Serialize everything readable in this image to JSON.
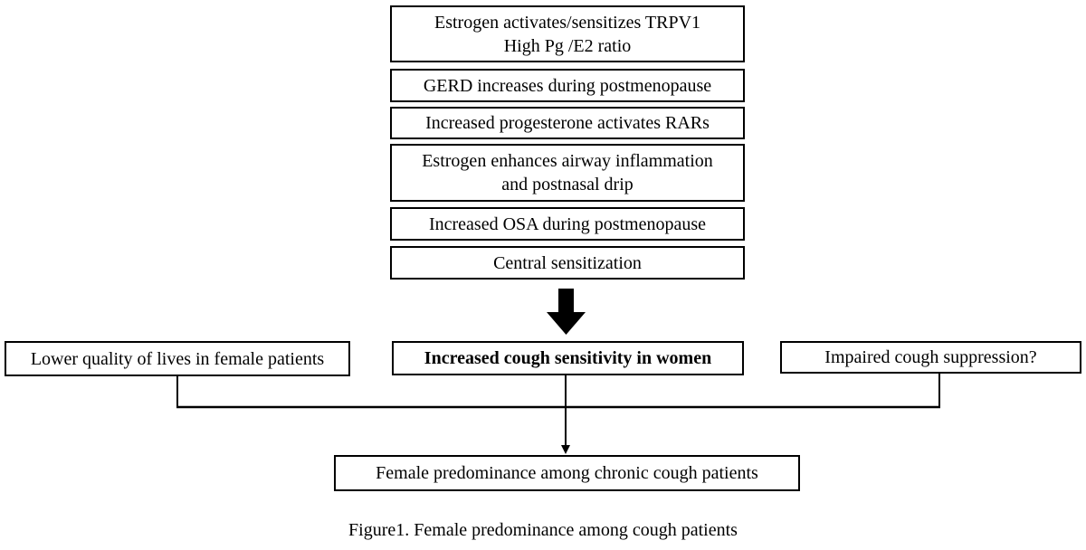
{
  "factors": [
    [
      "Estrogen activates/sensitizes TRPV1",
      "High Pg /E2 ratio"
    ],
    [
      "GERD increases during postmenopause"
    ],
    [
      "Increased progesterone activates RARs"
    ],
    [
      "Estrogen enhances airway inflammation",
      "and postnasal drip"
    ],
    [
      "Increased OSA during postmenopause"
    ],
    [
      "Central sensitization"
    ]
  ],
  "middle": {
    "left": "Lower quality of lives in female patients",
    "center": "Increased cough sensitivity in women",
    "right": "Impaired cough suppression?"
  },
  "outcome": "Female predominance among chronic cough patients",
  "caption": "Figure1. Female predominance among cough patients"
}
